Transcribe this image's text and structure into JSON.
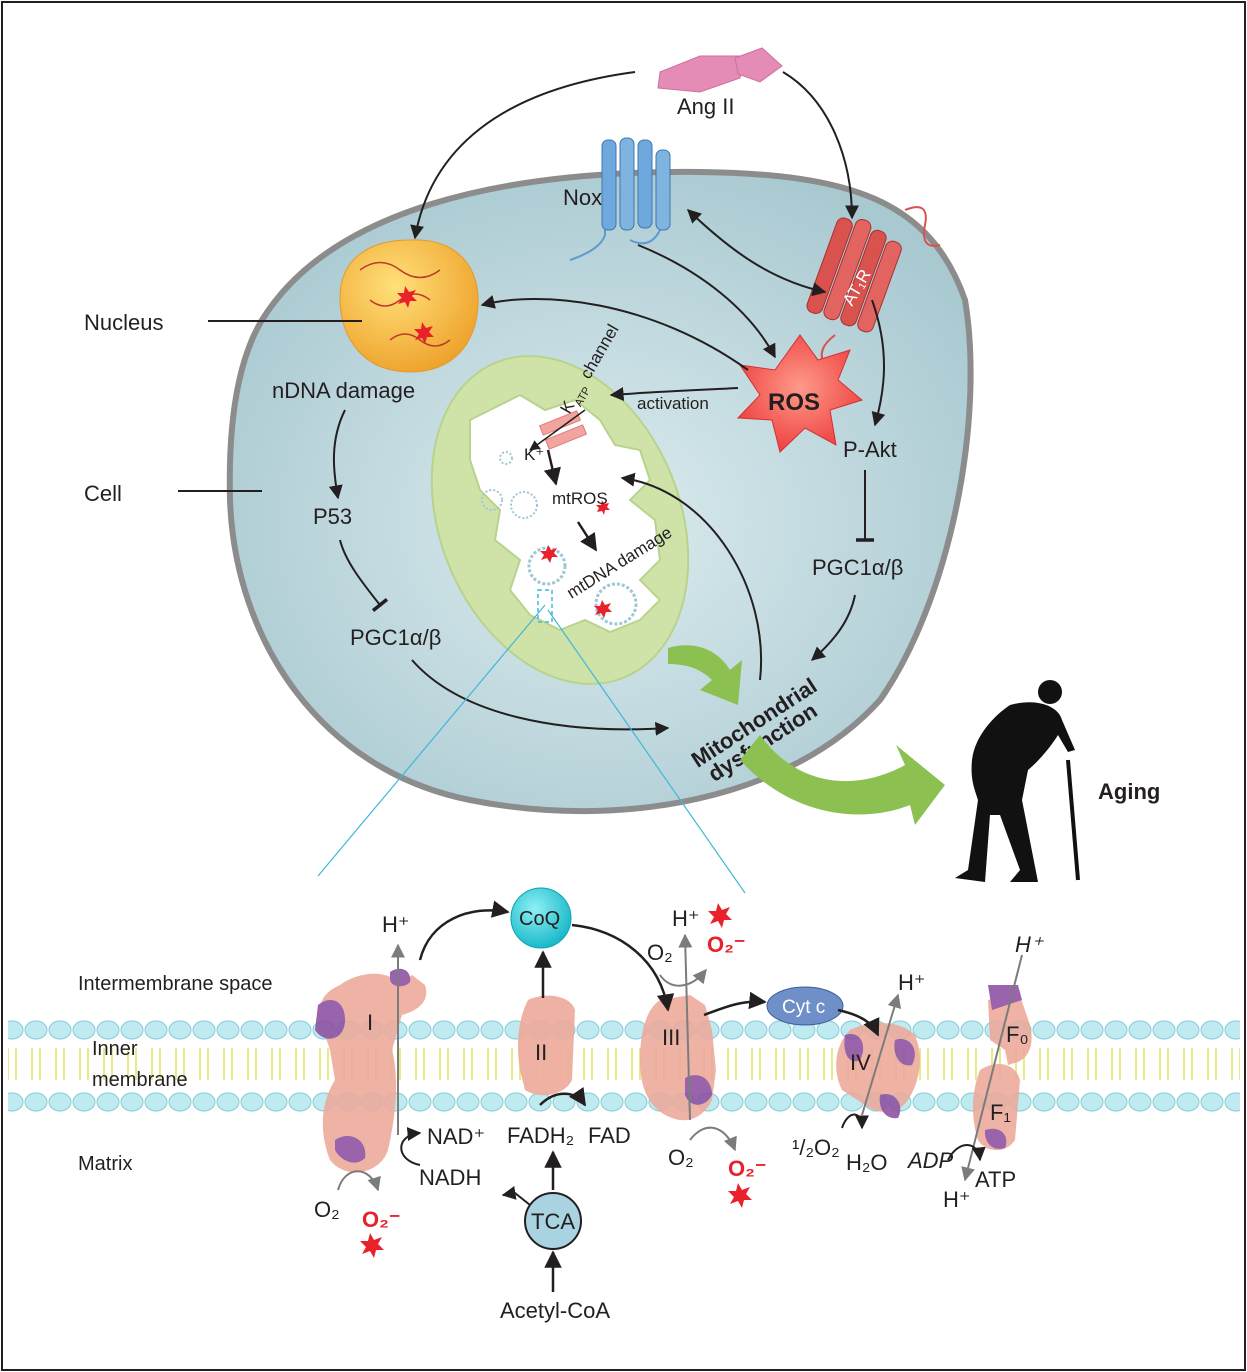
{
  "labels": {
    "ang_ii": "Ang II",
    "nox": "Nox",
    "at1r": "AT₁R",
    "nucleus": "Nucleus",
    "cell": "Cell",
    "ndna_damage": "nDNA damage",
    "p53": "P53",
    "pgc_left": "PGC1α/β",
    "pgc_right": "PGC1α/β",
    "ros": "ROS",
    "p_akt": "P-Akt",
    "activation": "activation",
    "katp_k": "K",
    "katp_sub": "ATP",
    "katp_channel": "channel",
    "k_plus": "K⁺",
    "mtros": "mtROS",
    "mtdna_damage": "mtDNA damage",
    "mito_dysfunction_1": "Mitochondrial",
    "mito_dysfunction_2": "dysfunction",
    "aging": "Aging"
  },
  "etc": {
    "intermembrane_space": "Intermembrane space",
    "inner_membrane_1": "Inner",
    "inner_membrane_2": "membrane",
    "matrix": "Matrix",
    "complex_i": "I",
    "complex_ii": "II",
    "complex_iii": "III",
    "complex_iv": "IV",
    "f0": "F₀",
    "f1": "F₁",
    "coq": "CoQ",
    "cyt_c": "Cyt c",
    "h_plus": "H⁺",
    "nad_plus": "NAD⁺",
    "nadh": "NADH",
    "fadh2": "FADH₂",
    "fad": "FAD",
    "tca": "TCA",
    "acetyl_coa": "Acetyl-CoA",
    "o2": "O₂",
    "superoxide": "O₂⁻",
    "half_o2": "¹/₂O₂",
    "h2o": "H₂O",
    "adp": "ADP",
    "atp": "ATP"
  },
  "colors": {
    "cell_fill": "#c9e0e6",
    "nucleus_fill": "#f4b73a",
    "mito_fill": "#cfe3a9",
    "ros_fill": "#ef4a4a",
    "ang_fill": "#e48bb6",
    "at1r_fill": "#d9524d",
    "nox_fill": "#5f9bd1",
    "complex_fill": "#eda99a",
    "complex_patch": "#8b4fa0",
    "coq_fill": "#1dc6d6",
    "cytc_fill": "#6f8fc9",
    "tca_fill": "#a9d3e0",
    "membrane_head": "#bde8ee",
    "membrane_tail": "#e6ea7a",
    "green_arrow": "#8cc152",
    "superoxide_red": "#e8212b"
  }
}
